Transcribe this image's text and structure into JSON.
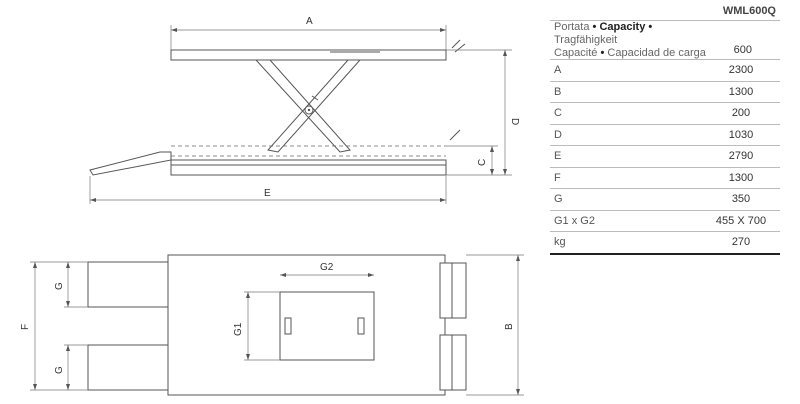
{
  "model": "WML600Q",
  "capacity_label": {
    "l1_a": "Portata",
    "sep": "•",
    "l1_b": "Capacity",
    "l1_c": "Tragfähigkeit",
    "l2_a": "Capacité",
    "l2_b": "Capacidad de carga"
  },
  "capacity_value": "600",
  "rows": [
    {
      "label": "A",
      "value": "2300"
    },
    {
      "label": "B",
      "value": "1300"
    },
    {
      "label": "C",
      "value": "200"
    },
    {
      "label": "D",
      "value": "1030"
    },
    {
      "label": "E",
      "value": "2790"
    },
    {
      "label": "F",
      "value": "1300"
    },
    {
      "label": "G",
      "value": "350"
    },
    {
      "label": "G1 x G2",
      "value": "455 X 700"
    },
    {
      "label": "kg",
      "value": "270"
    }
  ],
  "drawing_labels": {
    "a": "A",
    "c": "C",
    "d": "D",
    "e": "E",
    "b": "B",
    "f": "F",
    "g_top": "G",
    "g_bottom": "G",
    "g1": "G1",
    "g2": "G2"
  }
}
